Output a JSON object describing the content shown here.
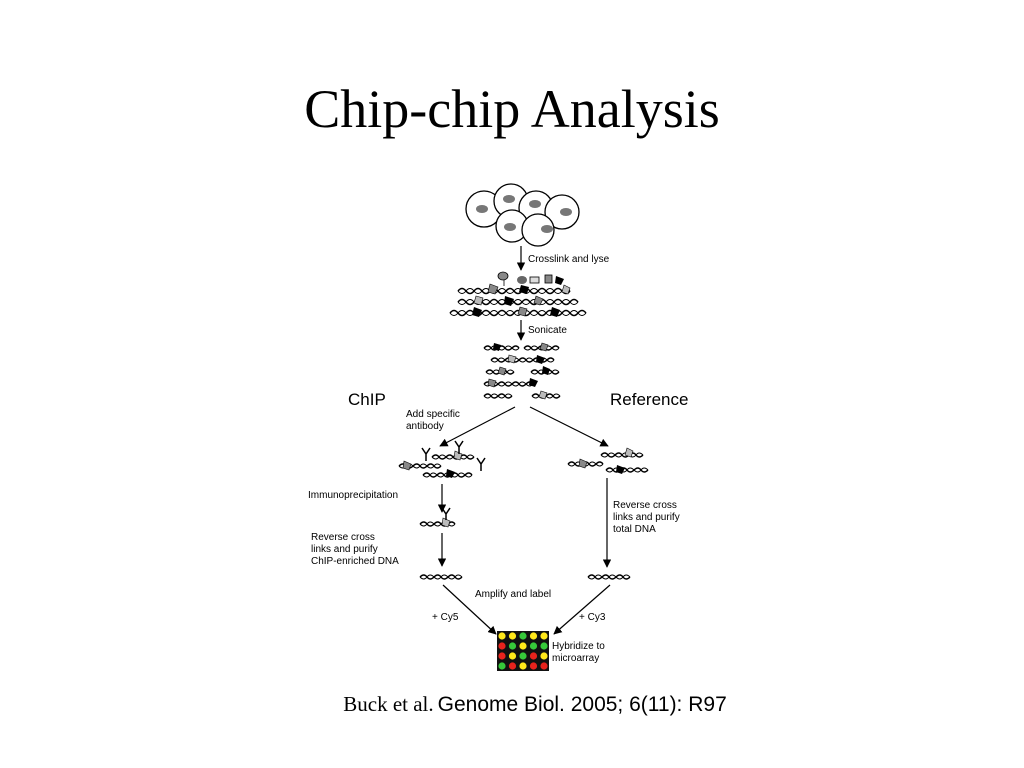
{
  "slide": {
    "title": "Chip-chip Analysis"
  },
  "diagram": {
    "crosslink_label": "Crosslink and lyse",
    "sonicate_label": "Sonicate",
    "chip_label": "ChIP",
    "reference_label": "Reference",
    "antibody_line1": "Add specific",
    "antibody_line2": "antibody",
    "immuno_label": "Immunoprecipitation",
    "chip_purify_line1": "Reverse cross",
    "chip_purify_line2": "links and purify",
    "chip_purify_line3": "ChIP-enriched DNA",
    "ref_purify_line1": "Reverse cross",
    "ref_purify_line2": "links and purify",
    "ref_purify_line3": "total DNA",
    "amplify_label": "Amplify and label",
    "cy5_label": "+ Cy5",
    "cy3_label": "+ Cy3",
    "hybridize_line1": "Hybridize to",
    "hybridize_line2": "microarray",
    "microarray_colors": {
      "red": "#e8231d",
      "yellow": "#ffe81a",
      "green": "#36c93a",
      "background": "#111111"
    }
  },
  "citation": {
    "authors": "Buck et al.",
    "reference": "Genome Biol. 2005; 6(11): R97"
  }
}
